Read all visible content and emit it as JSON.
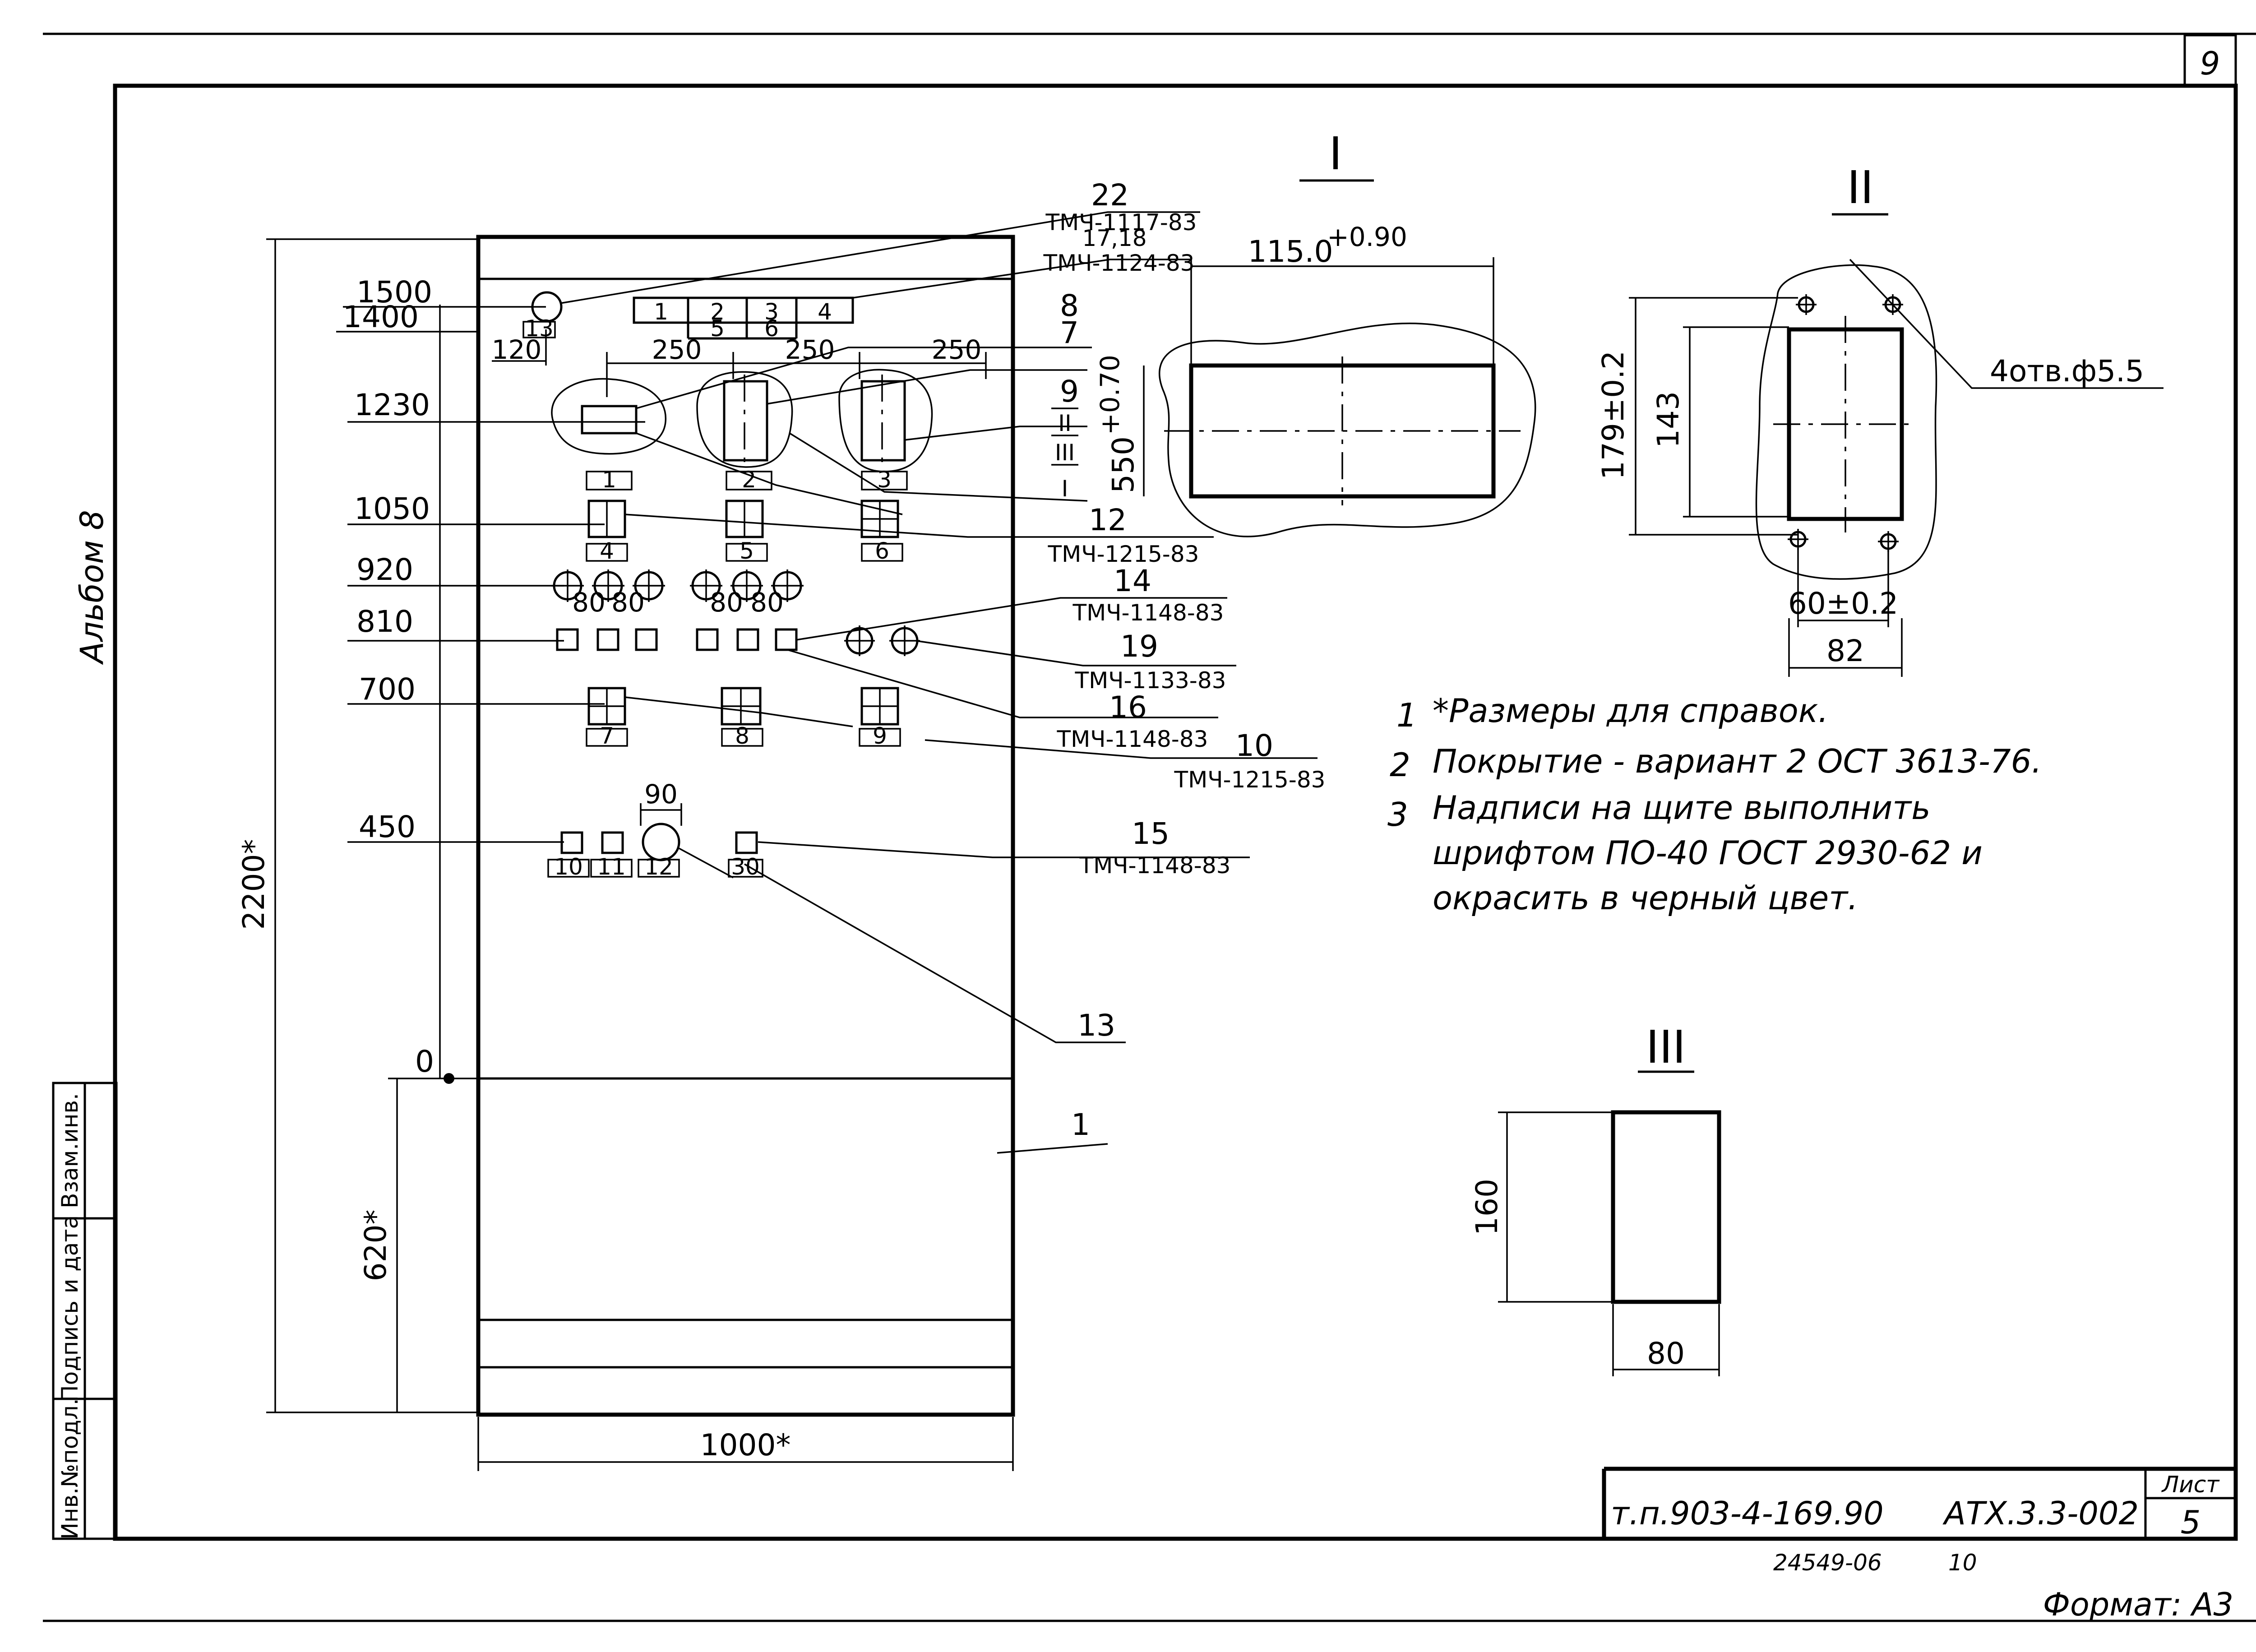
{
  "sheet": {
    "number": "9",
    "album": "Альбом 8",
    "format": "Формат: А3",
    "archive_code": "24549-06",
    "archive_page": "10"
  },
  "title_block": {
    "project": "т.п.903-4-169.90",
    "doc_code": "АТХ.3.3-002",
    "sheet_label": "Лист",
    "sheet_value": "5"
  },
  "side_stamp": [
    "Инв.№подл.",
    "Подпись и дата",
    "Взам.инв."
  ],
  "panel": {
    "levels": [
      "1500",
      "1400",
      "1230",
      "1050",
      "920",
      "810",
      "700",
      "450",
      "0"
    ],
    "dims": {
      "spacing_250": "250",
      "spacing_120": "120",
      "spacing_80": "80",
      "spacing_90": "90",
      "height": "2200*",
      "base": "620*",
      "width": "1000*"
    },
    "device_tags": [
      "1",
      "2",
      "3",
      "4",
      "5",
      "6",
      "7",
      "8",
      "9",
      "10",
      "11",
      "12",
      "13",
      "30"
    ],
    "terminal_cells": [
      "1",
      "2",
      "3",
      "4",
      "5",
      "6"
    ],
    "view_marks": [
      "II",
      "III",
      "I"
    ]
  },
  "callouts": [
    {
      "num": "22",
      "spec": "ТМЧ-1117-83"
    },
    {
      "num": "17,18",
      "spec": "ТМЧ-1124-83"
    },
    {
      "num": "8",
      "spec": ""
    },
    {
      "num": "7",
      "spec": ""
    },
    {
      "num": "9",
      "spec": ""
    },
    {
      "num": "I",
      "spec": ""
    },
    {
      "num": "12",
      "spec": "ТМЧ-1215-83"
    },
    {
      "num": "14",
      "spec": "ТМЧ-1148-83"
    },
    {
      "num": "19",
      "spec": "ТМЧ-1133-83"
    },
    {
      "num": "16",
      "spec": "ТМЧ-1148-83"
    },
    {
      "num": "10",
      "spec": "ТМЧ-1215-83"
    },
    {
      "num": "15",
      "spec": "ТМЧ-1148-83"
    },
    {
      "num": "13",
      "spec": ""
    },
    {
      "num": "1",
      "spec": ""
    }
  ],
  "view_I": {
    "title": "I",
    "width": "115.0",
    "width_tol": "+0.90",
    "height": "550",
    "height_tol": "+0.70"
  },
  "view_II": {
    "title": "II",
    "holes": "4отв.ф5.5",
    "height_outer": "179±0.2",
    "height_inner": "143",
    "width_holes": "60±0.2",
    "width_outer": "82"
  },
  "view_III": {
    "title": "III",
    "height": "160",
    "width": "80"
  },
  "notes": [
    {
      "num": "1",
      "text": "*Размеры для справок."
    },
    {
      "num": "2",
      "text": "Покрытие - вариант 2 ОСТ 3613-76."
    },
    {
      "num": "3",
      "text": "Надписи на щите выполнить"
    },
    {
      "num": "",
      "text": "шрифтом ПО-40 ГОСТ 2930-62 и"
    },
    {
      "num": "",
      "text": "окрасить в черный цвет."
    }
  ]
}
